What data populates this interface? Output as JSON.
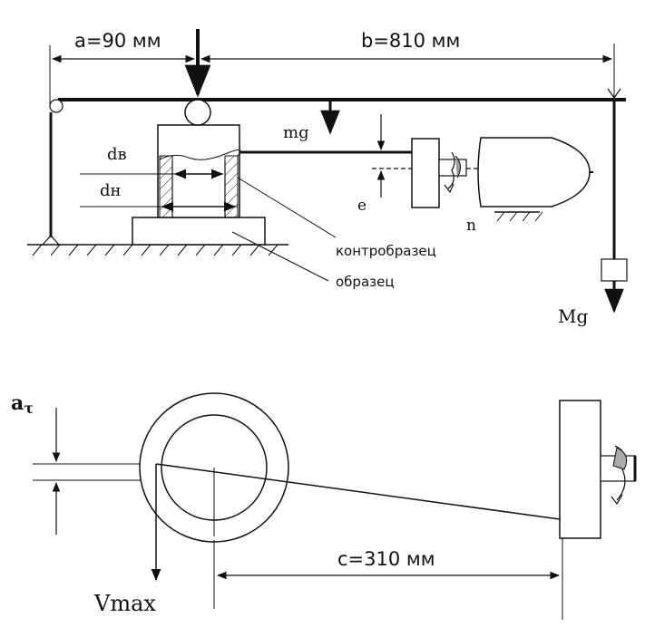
{
  "top_diagram": {
    "dim_a": "a=90 мм",
    "dim_b": "b=810 мм",
    "label_mg": "mg",
    "label_dv": "dв",
    "label_dn": "dн",
    "label_e": "e",
    "label_n": "n",
    "label_counter_sample": "контробразец",
    "label_sample": "образец",
    "label_Mg": "Mg"
  },
  "bottom_diagram": {
    "label_a": "a",
    "label_a_sub": "τ",
    "label_vmax": "Vmax",
    "dim_c": "c=310 мм"
  }
}
